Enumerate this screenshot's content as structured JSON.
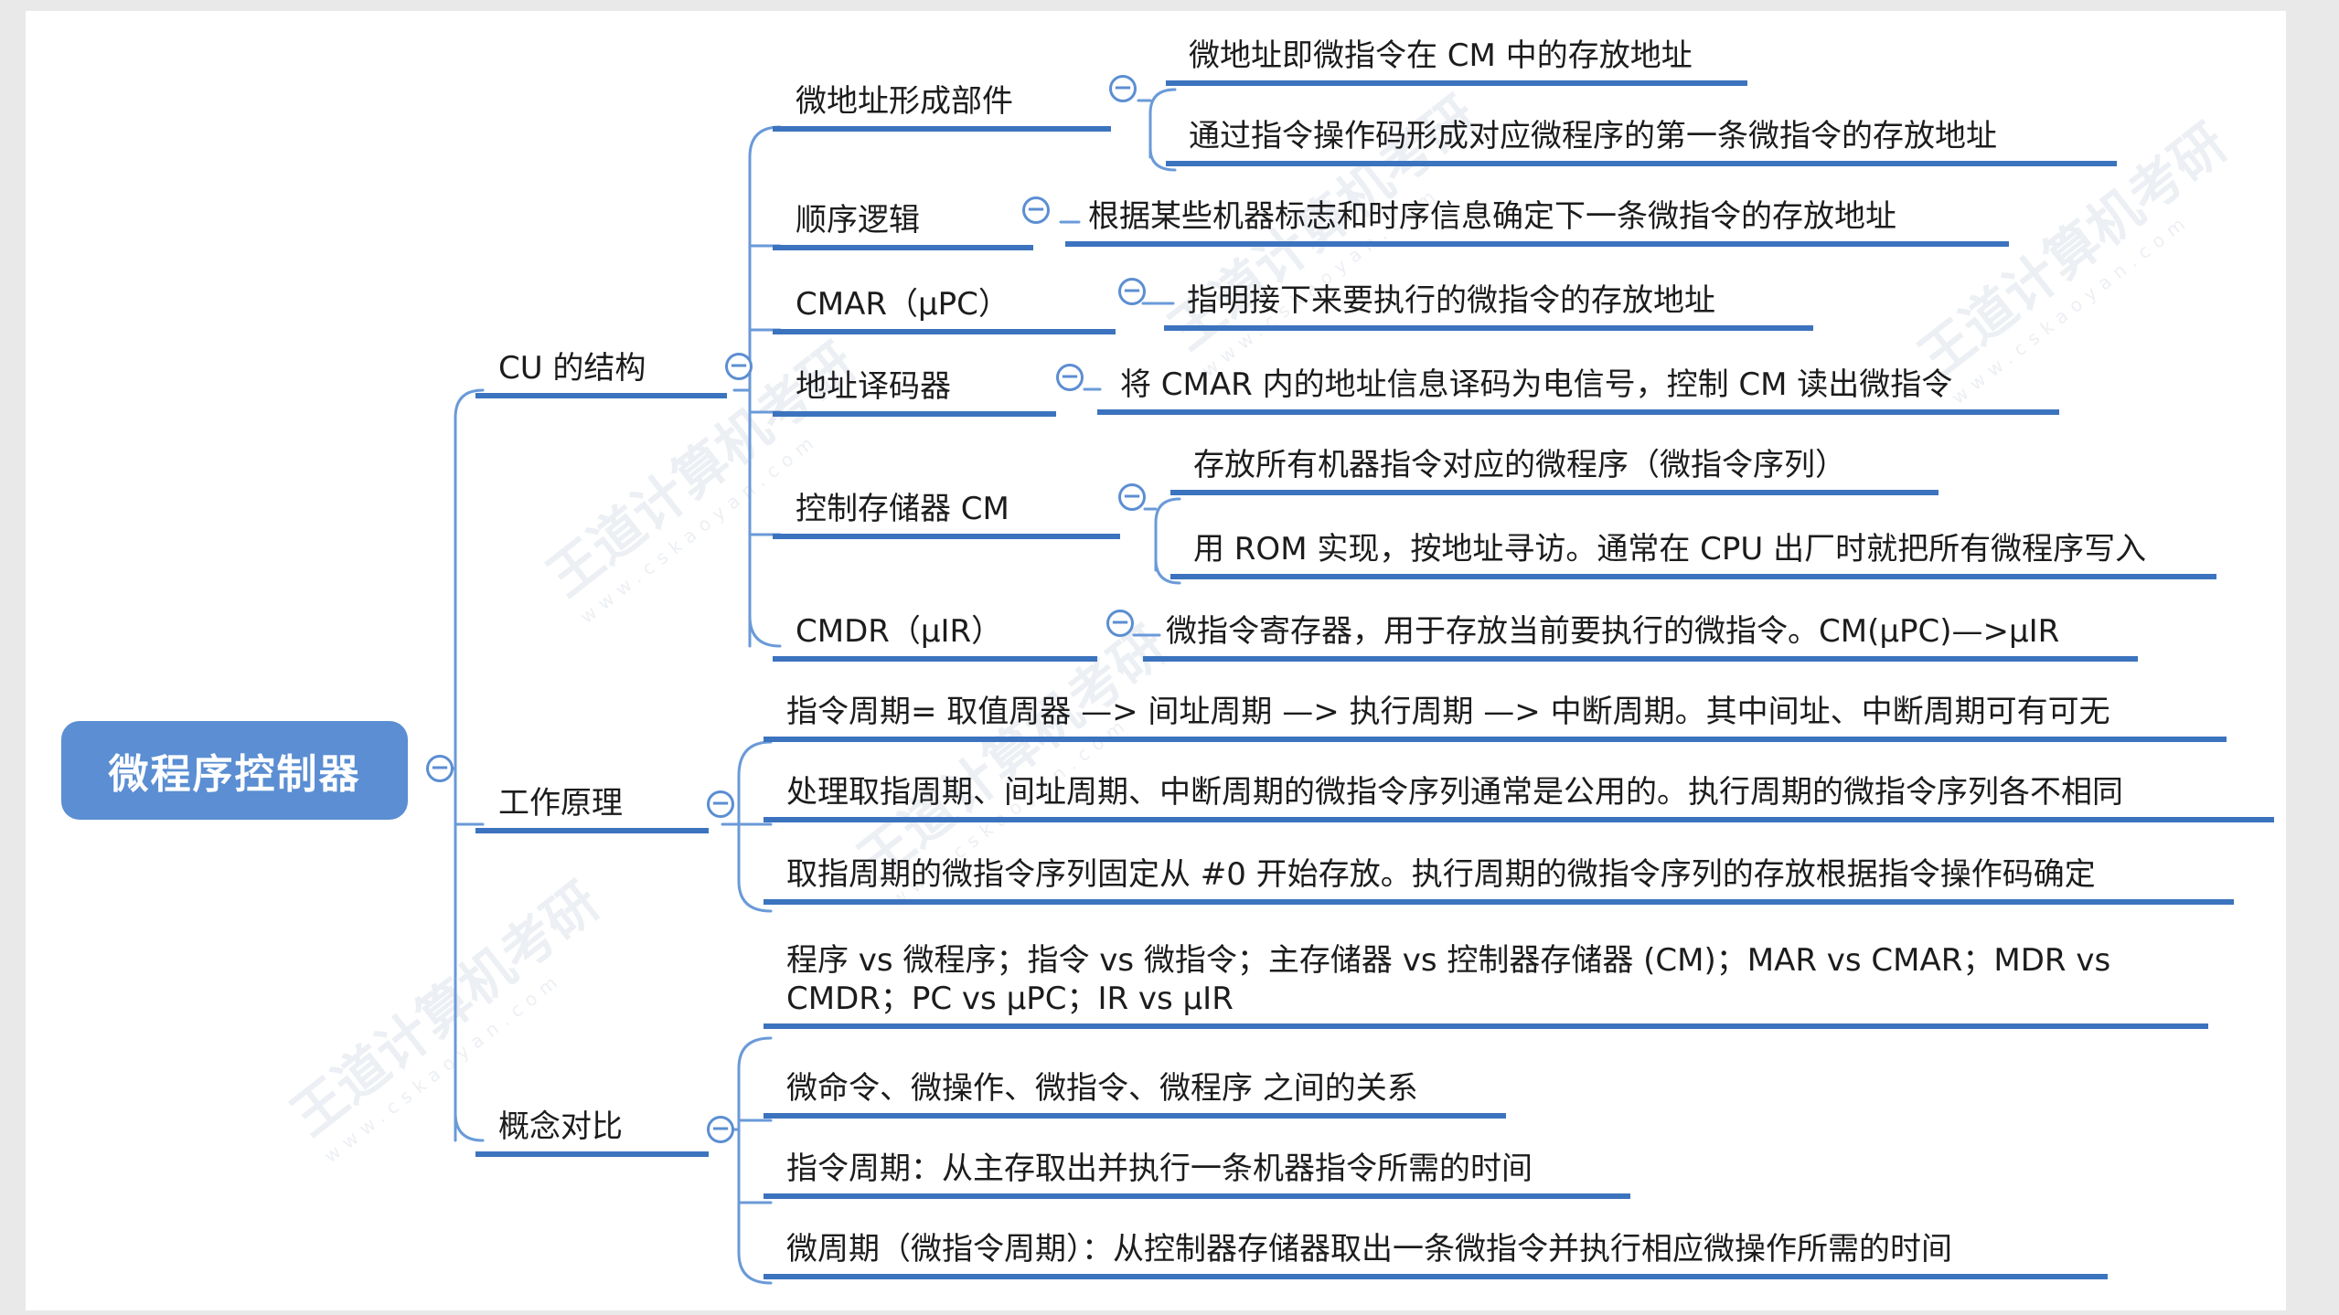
{
  "root": {
    "label": "微程序控制器"
  },
  "branches": [
    {
      "label": "CU 的结构",
      "children": [
        {
          "label": "微地址形成部件",
          "details": [
            "微地址即微指令在 CM 中的存放地址",
            "通过指令操作码形成对应微程序的第一条微指令的存放地址"
          ]
        },
        {
          "label": "顺序逻辑",
          "details": [
            "根据某些机器标志和时序信息确定下一条微指令的存放地址"
          ]
        },
        {
          "label": "CMAR（μPC）",
          "details": [
            "指明接下来要执行的微指令的存放地址"
          ]
        },
        {
          "label": "地址译码器",
          "details": [
            "将 CMAR 内的地址信息译码为电信号，控制 CM 读出微指令"
          ]
        },
        {
          "label": "控制存储器 CM",
          "details": [
            "存放所有机器指令对应的微程序（微指令序列）",
            "用 ROM 实现，按地址寻访。通常在 CPU 出厂时就把所有微程序写入"
          ]
        },
        {
          "label": "CMDR（μIR）",
          "details": [
            "微指令寄存器，用于存放当前要执行的微指令。CM(μPC)—>μIR"
          ]
        }
      ]
    },
    {
      "label": "工作原理",
      "items": [
        "指令周期= 取值周器 —> 间址周期 —> 执行周期 —> 中断周期。其中间址、中断周期可有可无",
        "处理取指周期、间址周期、中断周期的微指令序列通常是公用的。执行周期的微指令序列各不相同",
        "取指周期的微指令序列固定从 #0 开始存放。执行周期的微指令序列的存放根据指令操作码确定"
      ]
    },
    {
      "label": "概念对比",
      "items": [
        "程序 vs 微程序；指令 vs 微指令；主存储器 vs 控制器存储器 (CM)；MAR vs CMAR；MDR vs CMDR；PC vs μPC；IR vs μIR",
        "微命令、微操作、微指令、微程序 之间的关系",
        "指令周期：从主存取出并执行一条机器指令所需的时间",
        "微周期（微指令周期）：从控制器存储器取出一条微指令并执行相应微操作所需的时间"
      ]
    }
  ],
  "toggle_symbol": "−",
  "watermark": {
    "text": "王道计算机考研",
    "url": "www.cskaoyan.com"
  },
  "colors": {
    "root_fill": "#5b8ed2",
    "underline": "#3c73be",
    "connector": "#6a9ad8",
    "text": "#1c1c1c"
  }
}
